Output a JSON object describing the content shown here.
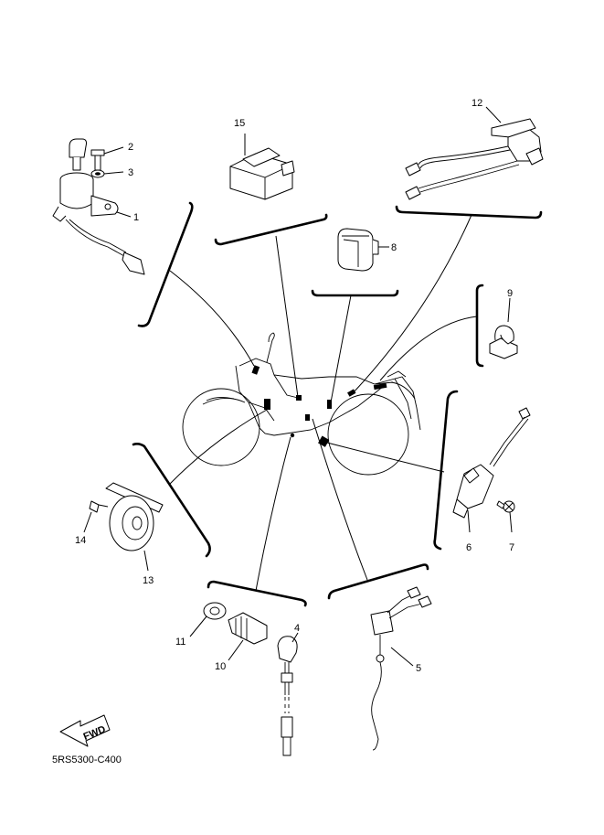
{
  "callouts": [
    {
      "id": "1",
      "label": "1"
    },
    {
      "id": "2",
      "label": "2"
    },
    {
      "id": "3",
      "label": "3"
    },
    {
      "id": "4",
      "label": "4"
    },
    {
      "id": "5",
      "label": "5"
    },
    {
      "id": "6",
      "label": "6"
    },
    {
      "id": "7",
      "label": "7"
    },
    {
      "id": "8",
      "label": "8"
    },
    {
      "id": "9",
      "label": "9"
    },
    {
      "id": "10",
      "label": "10"
    },
    {
      "id": "11",
      "label": "11"
    },
    {
      "id": "12",
      "label": "12"
    },
    {
      "id": "13",
      "label": "13"
    },
    {
      "id": "14",
      "label": "14"
    },
    {
      "id": "15",
      "label": "15"
    }
  ],
  "fwd_arrow_text": "FWD",
  "diagram_code": "5RS5300-C400"
}
